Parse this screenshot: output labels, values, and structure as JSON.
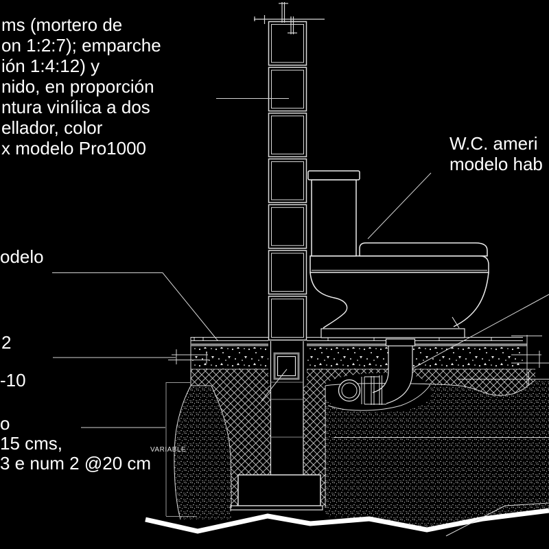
{
  "colors": {
    "background": "#000000",
    "line": "#e6e6e6",
    "gray_line": "#8a8a8a",
    "text": "#ffffff"
  },
  "annotations": {
    "spec_note_lines": [
      "ms (mortero de",
      "on 1:2:7); emparche",
      "ión 1:4:12) y",
      "nido, en proporción",
      "ntura vinílica a dos",
      "ellador, color",
      "x modelo Pro1000"
    ],
    "wc_note_lines": [
      "W.C. ameri",
      "modelo hab"
    ],
    "model_note": "odelo",
    "note_2": "2",
    "note_minus10": "-10",
    "dado_note_lines": [
      "o",
      "15 cms,",
      "3 e num 2 @20 cm"
    ],
    "variable_label": "VARIABLE"
  }
}
